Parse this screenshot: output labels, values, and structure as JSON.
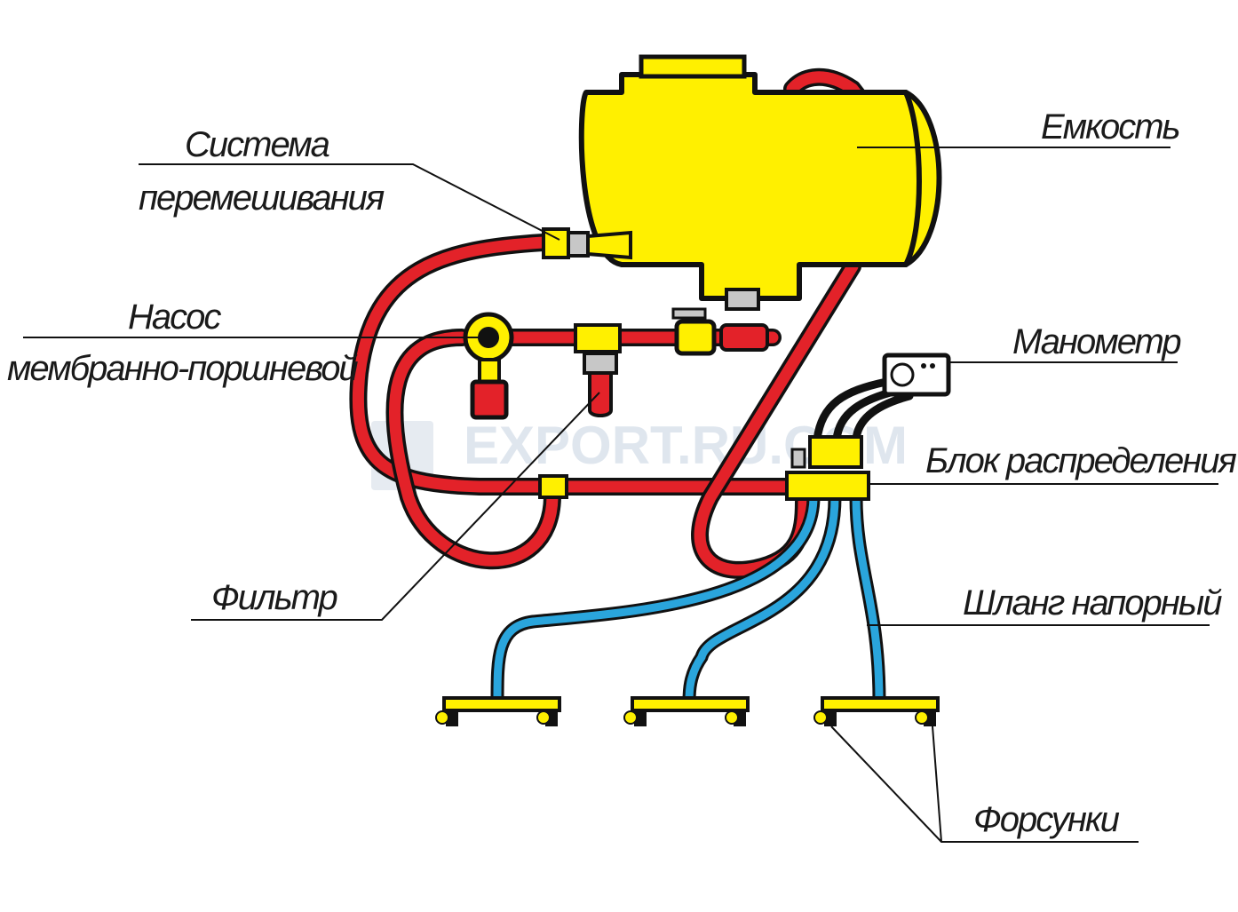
{
  "labels": {
    "tank": "Емкость",
    "mixing_line1": "Система",
    "mixing_line2": "перемешивания",
    "pump_line1": "Насос",
    "pump_line2": "мембранно-поршневой",
    "manometer": "Манометр",
    "distribution_block": "Блок распределения",
    "filter": "Фильтр",
    "pressure_hose": "Шланг напорный",
    "nozzles": "Форсунки"
  },
  "watermark": "EXPORT.RU.COM",
  "colors": {
    "tank": "#fff000",
    "suction_hose": "#e32229",
    "pressure_hose": "#2aa5dc",
    "outline": "#111111"
  }
}
